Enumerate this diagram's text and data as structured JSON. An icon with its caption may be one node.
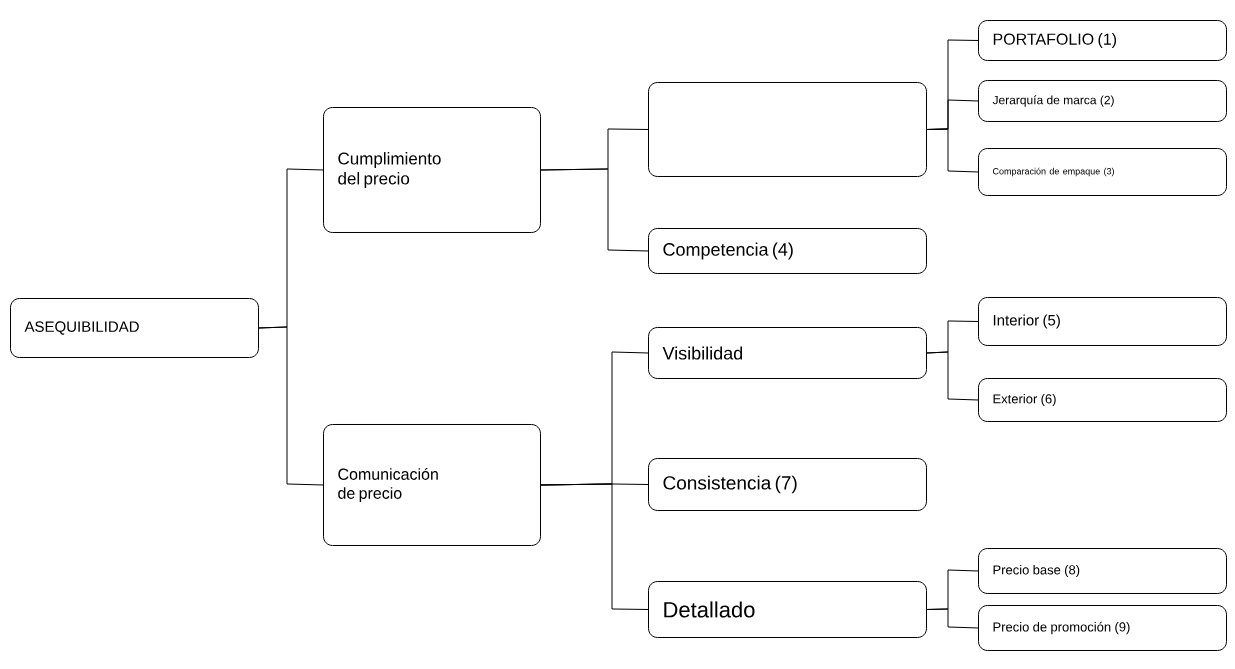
{
  "diagram": {
    "nodes": [
      {
        "text": [
          "ASEQUIBILIDAD"
        ]
      },
      {
        "text": [
          "Cumplimiento del precio"
        ]
      },
      {
        "text": [
          "Comunicación de precio"
        ]
      },
      {
        "text": [],
        "shape": "box"
      },
      {
        "text": [
          "Competencia (4)"
        ]
      },
      {
        "text": [
          "Visibilidad"
        ]
      },
      {
        "text": [
          "Consistencia (7)"
        ]
      },
      {
        "text": [
          "Detallado"
        ]
      },
      {
        "text": [
          "PORTAFOLIO (1)"
        ]
      },
      {
        "text": [
          "Jerarquía de marca (2)"
        ]
      },
      {
        "text": [
          "Comparación de empaque (3)"
        ]
      },
      {
        "text": [
          "Interior (5)"
        ]
      },
      {
        "text": [
          "Exterior (6)"
        ]
      },
      {
        "text": [
          "Precio base (8)"
        ]
      },
      {
        "text": [
          "Precio de promoción (9)"
        ]
      }
    ],
    "edges": [
      {
        "from": 0,
        "to": 1,
        "arrow": "none"
      },
      {
        "from": 0,
        "to": 2,
        "arrow": "none"
      },
      {
        "from": 1,
        "to": 3,
        "arrow": "none"
      },
      {
        "from": 1,
        "to": 4,
        "arrow": "none"
      },
      {
        "from": 3,
        "to": 8,
        "arrow": "none"
      },
      {
        "from": 3,
        "to": 9,
        "arrow": "none"
      },
      {
        "from": 3,
        "to": 10,
        "arrow": "none"
      },
      {
        "from": 2,
        "to": 5,
        "arrow": "none"
      },
      {
        "from": 2,
        "to": 6,
        "arrow": "none"
      },
      {
        "from": 2,
        "to": 7,
        "arrow": "none"
      },
      {
        "from": 5,
        "to": 11,
        "arrow": "none"
      },
      {
        "from": 5,
        "to": 12,
        "arrow": "none"
      },
      {
        "from": 7,
        "to": 13,
        "arrow": "none"
      },
      {
        "from": 7,
        "to": 14,
        "arrow": "none"
      }
    ]
  }
}
